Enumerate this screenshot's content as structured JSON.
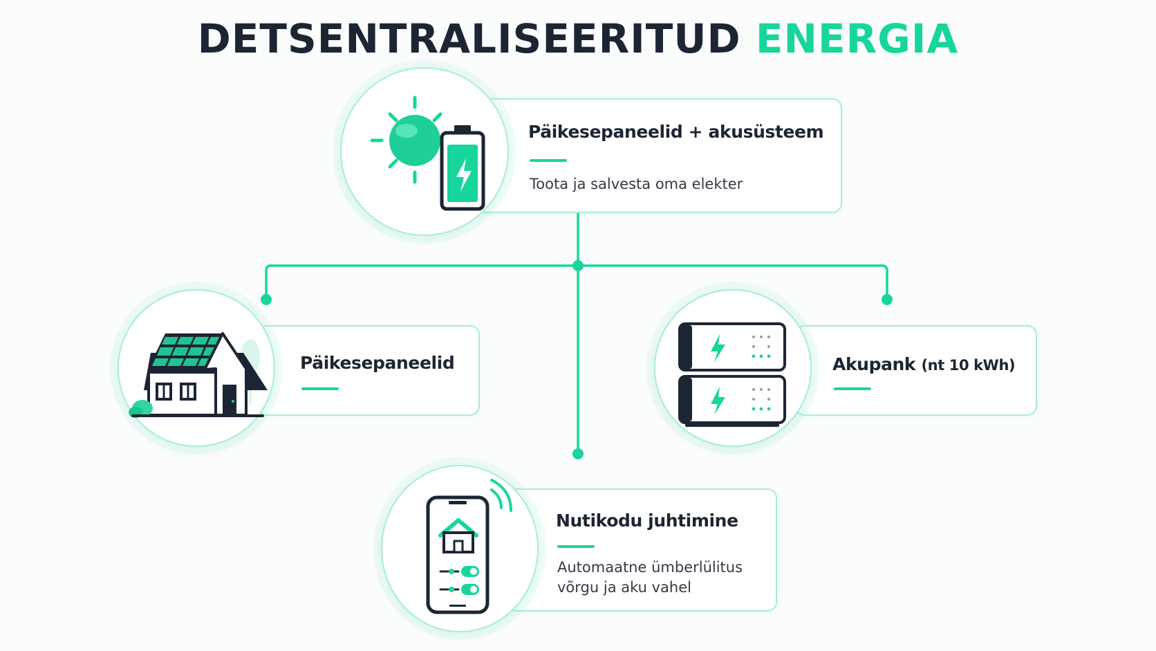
{
  "title": {
    "part1": "DETSENTRALISEERITUD",
    "part2": "ENERGIA"
  },
  "colors": {
    "accent": "#18d59d",
    "dark": "#1c2533",
    "border": "#a8ecd7"
  },
  "nodes": {
    "top": {
      "title": "Päikesepaneelid + akusüsteem",
      "text": "Toota ja salvesta oma elekter",
      "icon": "sun-battery-icon"
    },
    "left": {
      "title": "Päikesepaneelid",
      "icon": "house-solar-icon"
    },
    "right": {
      "title": "Akupank",
      "title_suffix": "(nt 10 kWh)",
      "icon": "battery-bank-icon"
    },
    "bottom": {
      "title": "Nutikodu juhtimine",
      "text_line1": "Automaatne ümberlülitus",
      "text_line2": "võrgu ja aku vahel",
      "icon": "smartphone-home-icon"
    }
  }
}
